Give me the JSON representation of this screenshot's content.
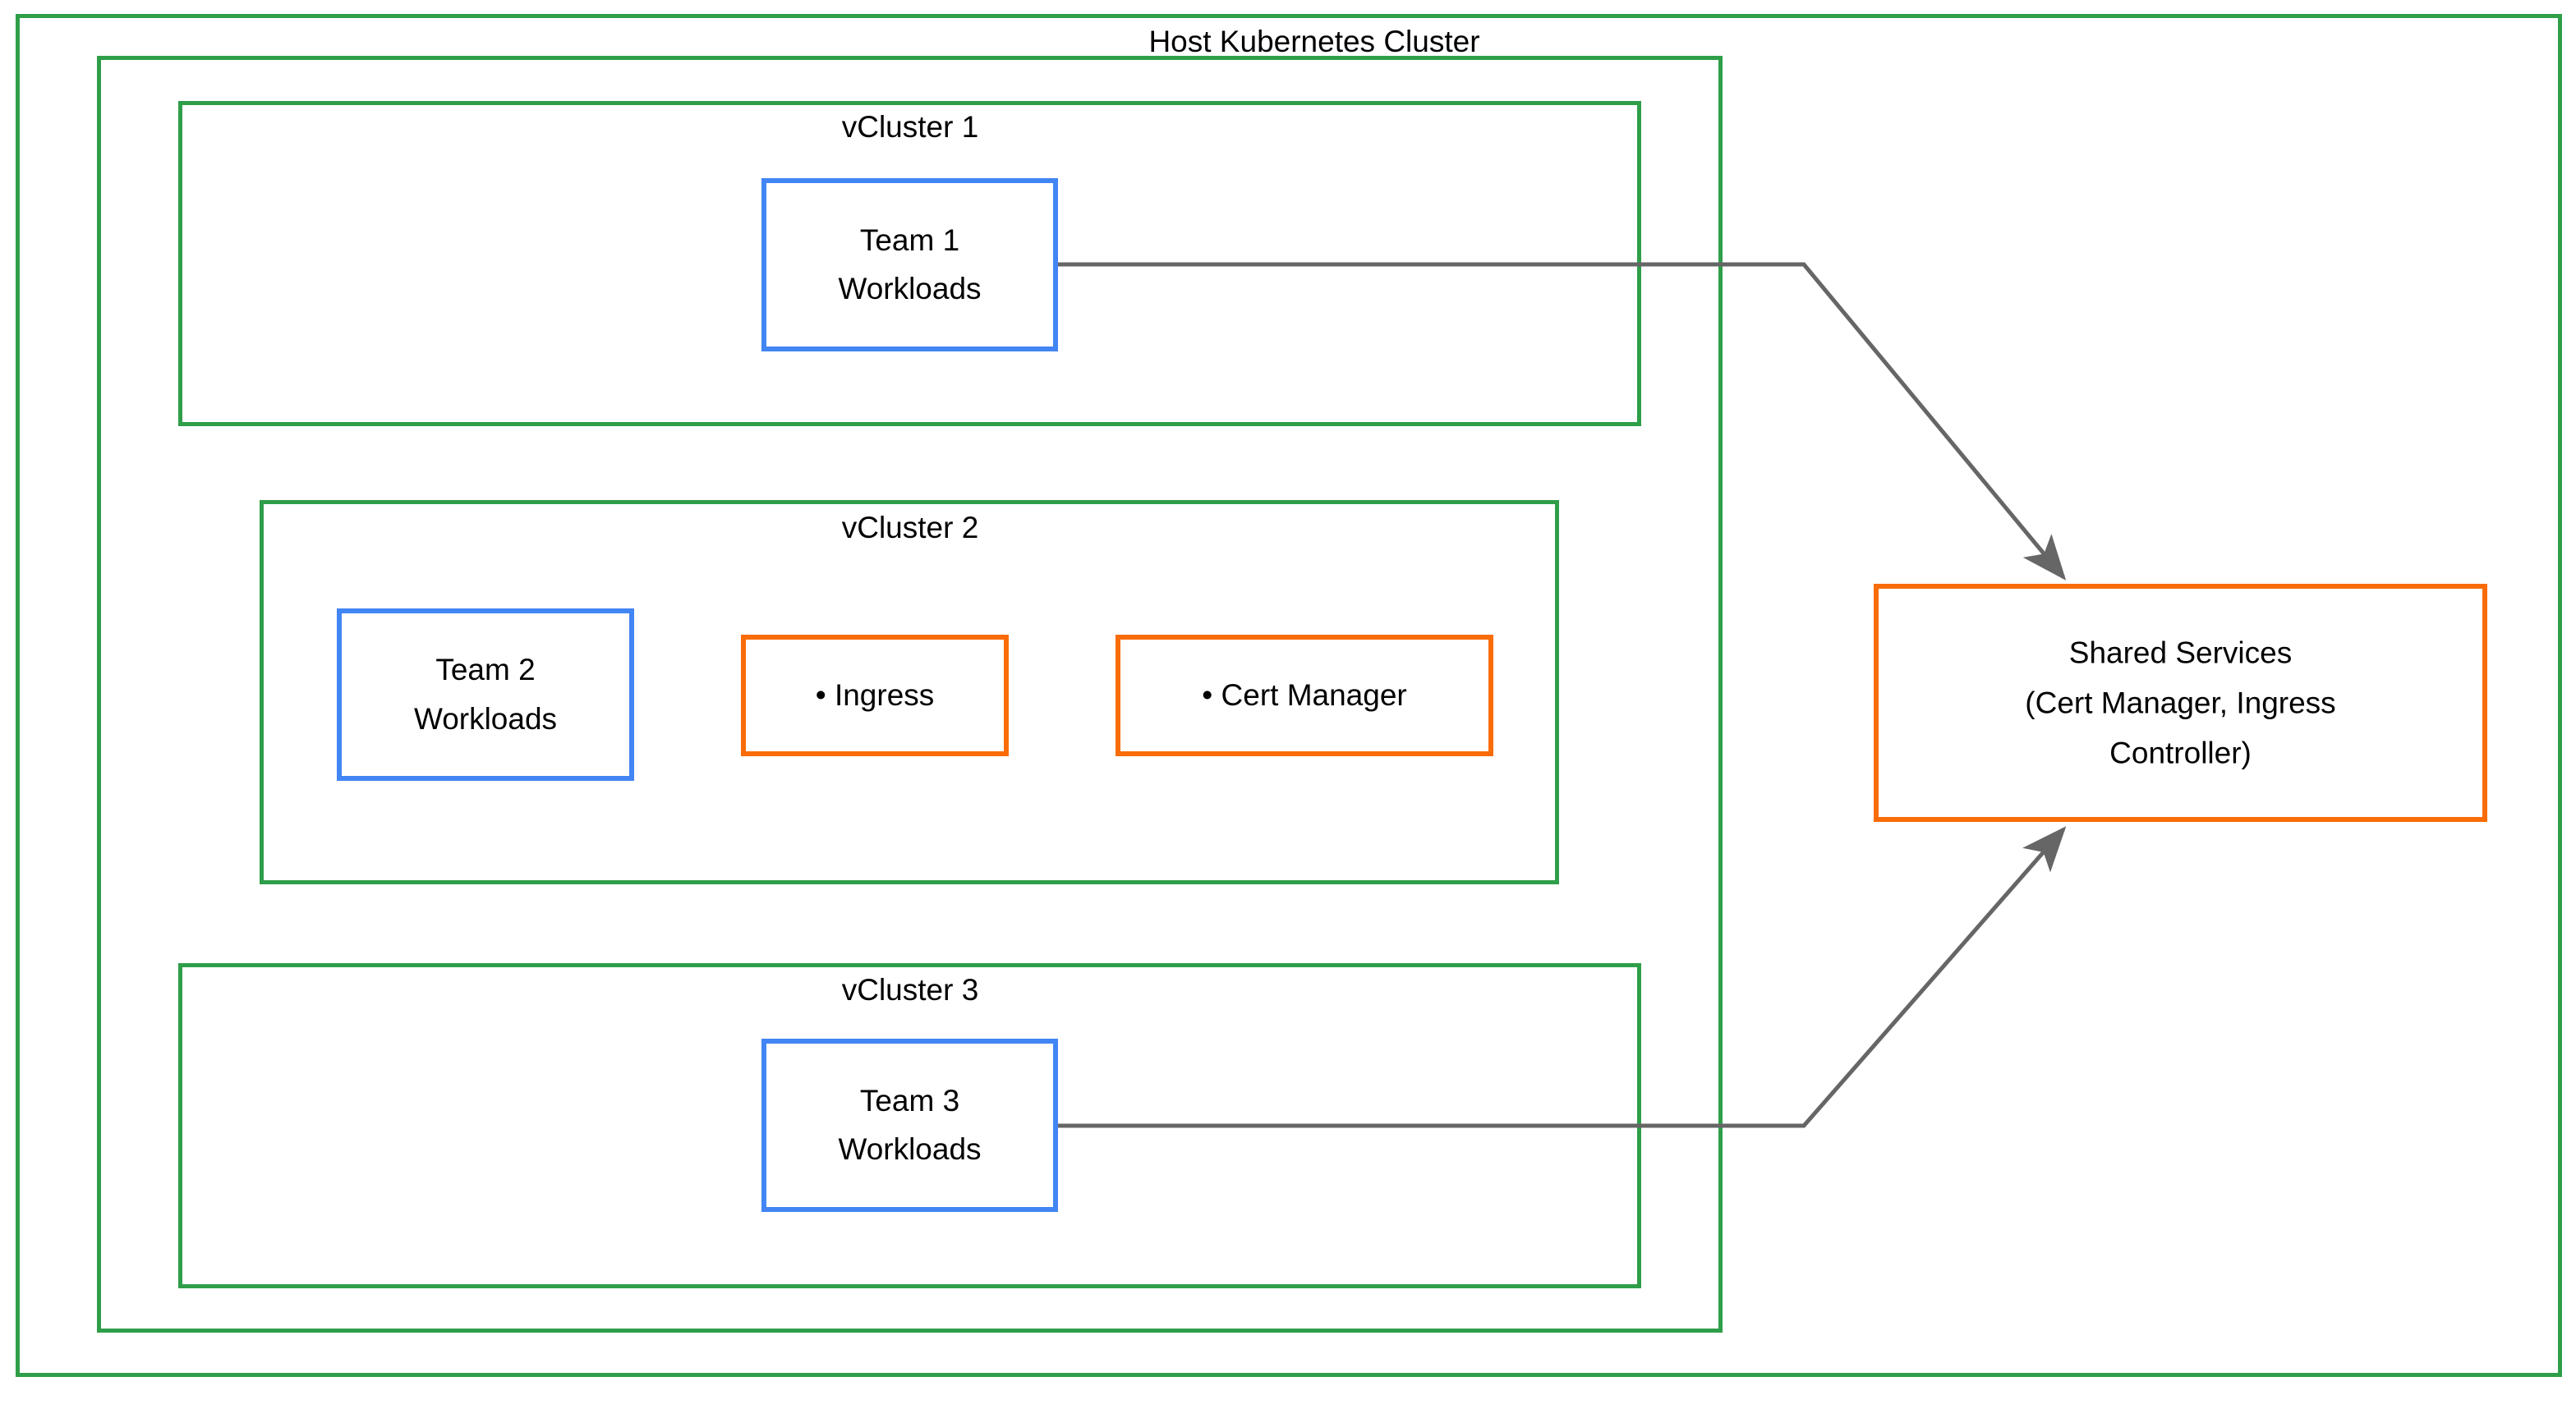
{
  "diagram": {
    "title": "Host Kubernetes Cluster",
    "colors": {
      "cluster_border": "#2f9e49",
      "workload_border": "#4285f4",
      "service_border": "#f96c07",
      "connector": "#666666",
      "background": "#ffffff",
      "text": "#000000"
    }
  },
  "host": {
    "label": "Host Kubernetes Cluster"
  },
  "vclusters": [
    {
      "label": "vCluster 1",
      "workload": {
        "line1": "Team 1",
        "line2": "Workloads"
      },
      "services": []
    },
    {
      "label": "vCluster 2",
      "workload": {
        "line1": "Team 2",
        "line2": "Workloads"
      },
      "services": [
        {
          "bullet": "•",
          "label": "Ingress"
        },
        {
          "bullet": "•",
          "label": "Cert Manager"
        }
      ]
    },
    {
      "label": "vCluster 3",
      "workload": {
        "line1": "Team 3",
        "line2": "Workloads"
      },
      "services": []
    }
  ],
  "shared_services": {
    "line1": "Shared Services",
    "line2": "(Cert Manager, Ingress",
    "line3": "Controller)"
  },
  "connections": [
    {
      "from": "Team 1 Workloads",
      "to": "Shared Services"
    },
    {
      "from": "Team 3 Workloads",
      "to": "Shared Services"
    }
  ]
}
